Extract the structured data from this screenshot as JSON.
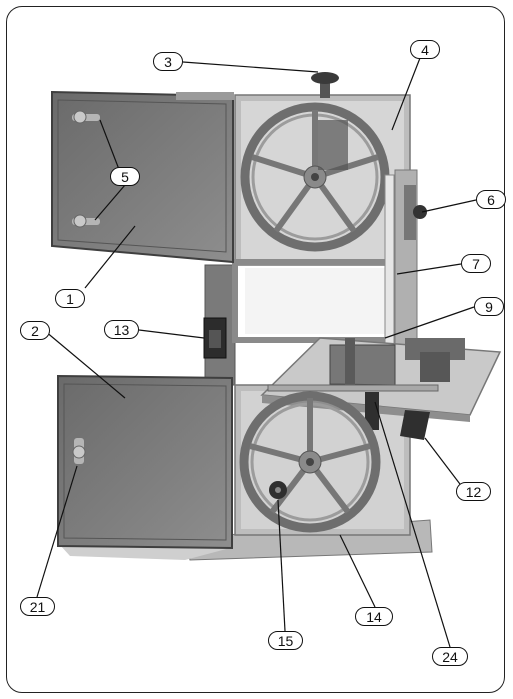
{
  "callouts": {
    "c1": "1",
    "c2": "2",
    "c3": "3",
    "c4": "4",
    "c5": "5",
    "c6": "6",
    "c7": "7",
    "c9": "9",
    "c12": "12",
    "c13": "13",
    "c14": "14",
    "c15": "15",
    "c21": "21",
    "c24": "24"
  },
  "colors": {
    "frame_border": "#222222",
    "machine_dark": "#6b6b6b",
    "machine_mid": "#8d8d8d",
    "machine_light": "#c8c8c8"
  }
}
